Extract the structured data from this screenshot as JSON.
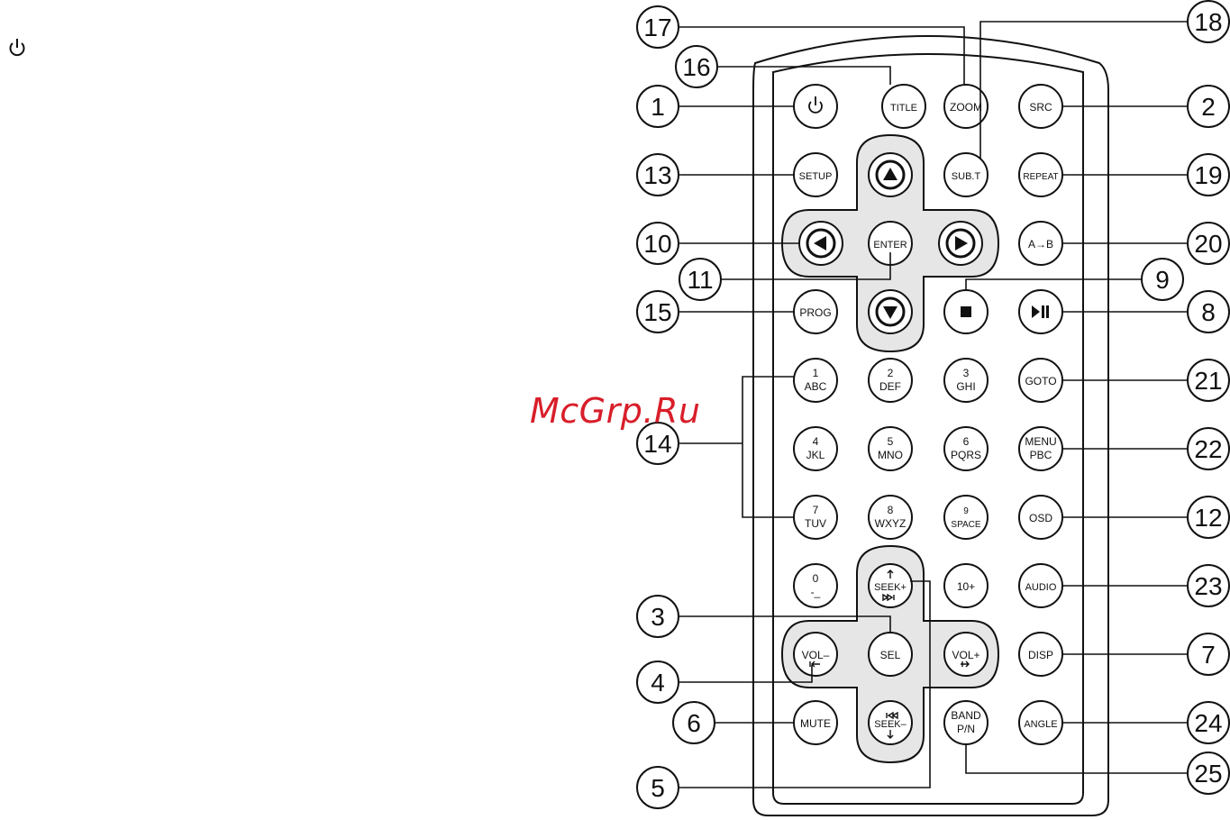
{
  "watermark": "McGrp.Ru",
  "icons": {
    "corner": "power-icon"
  },
  "colors": {
    "line": "#111111",
    "pad": "#e6e6e6",
    "button": "#ffffff",
    "watermark": "#d81e2a"
  },
  "buttons": {
    "title": [
      "TITLE"
    ],
    "zoom": [
      "ZOOM"
    ],
    "src": [
      "SRC"
    ],
    "setup": [
      "SETUP"
    ],
    "subt": [
      "SUB.T"
    ],
    "repeat": [
      "REPEAT"
    ],
    "enter": [
      "ENTER"
    ],
    "ab": [
      "A→B"
    ],
    "prog": [
      "PROG"
    ],
    "n1": [
      "1",
      "ABC"
    ],
    "n2": [
      "2",
      "DEF"
    ],
    "n3": [
      "3",
      "GHI"
    ],
    "goto": [
      "GOTO"
    ],
    "n4": [
      "4",
      "JKL"
    ],
    "n5": [
      "5",
      "MNO"
    ],
    "n6": [
      "6",
      "PQRS"
    ],
    "menu": [
      "MENU",
      "PBC"
    ],
    "n7": [
      "7",
      "TUV"
    ],
    "n8": [
      "8",
      "WXYZ"
    ],
    "n9": [
      "9",
      "SPACE"
    ],
    "osd": [
      "OSD"
    ],
    "n0": [
      "0",
      "-_"
    ],
    "seekp": [
      "SEEK+"
    ],
    "ten": [
      "10+"
    ],
    "audio": [
      "AUDIO"
    ],
    "volm": [
      "VOL–"
    ],
    "sel": [
      "SEL"
    ],
    "volp": [
      "VOL+"
    ],
    "disp": [
      "DISP"
    ],
    "mute": [
      "MUTE"
    ],
    "seekm": [
      "SEEK–"
    ],
    "band": [
      "BAND",
      "P/N"
    ],
    "angle": [
      "ANGLE"
    ]
  },
  "callouts": [
    "1",
    "2",
    "3",
    "4",
    "5",
    "6",
    "7",
    "8",
    "9",
    "10",
    "11",
    "12",
    "13",
    "14",
    "15",
    "16",
    "17",
    "18",
    "19",
    "20",
    "21",
    "22",
    "23",
    "24",
    "25"
  ]
}
